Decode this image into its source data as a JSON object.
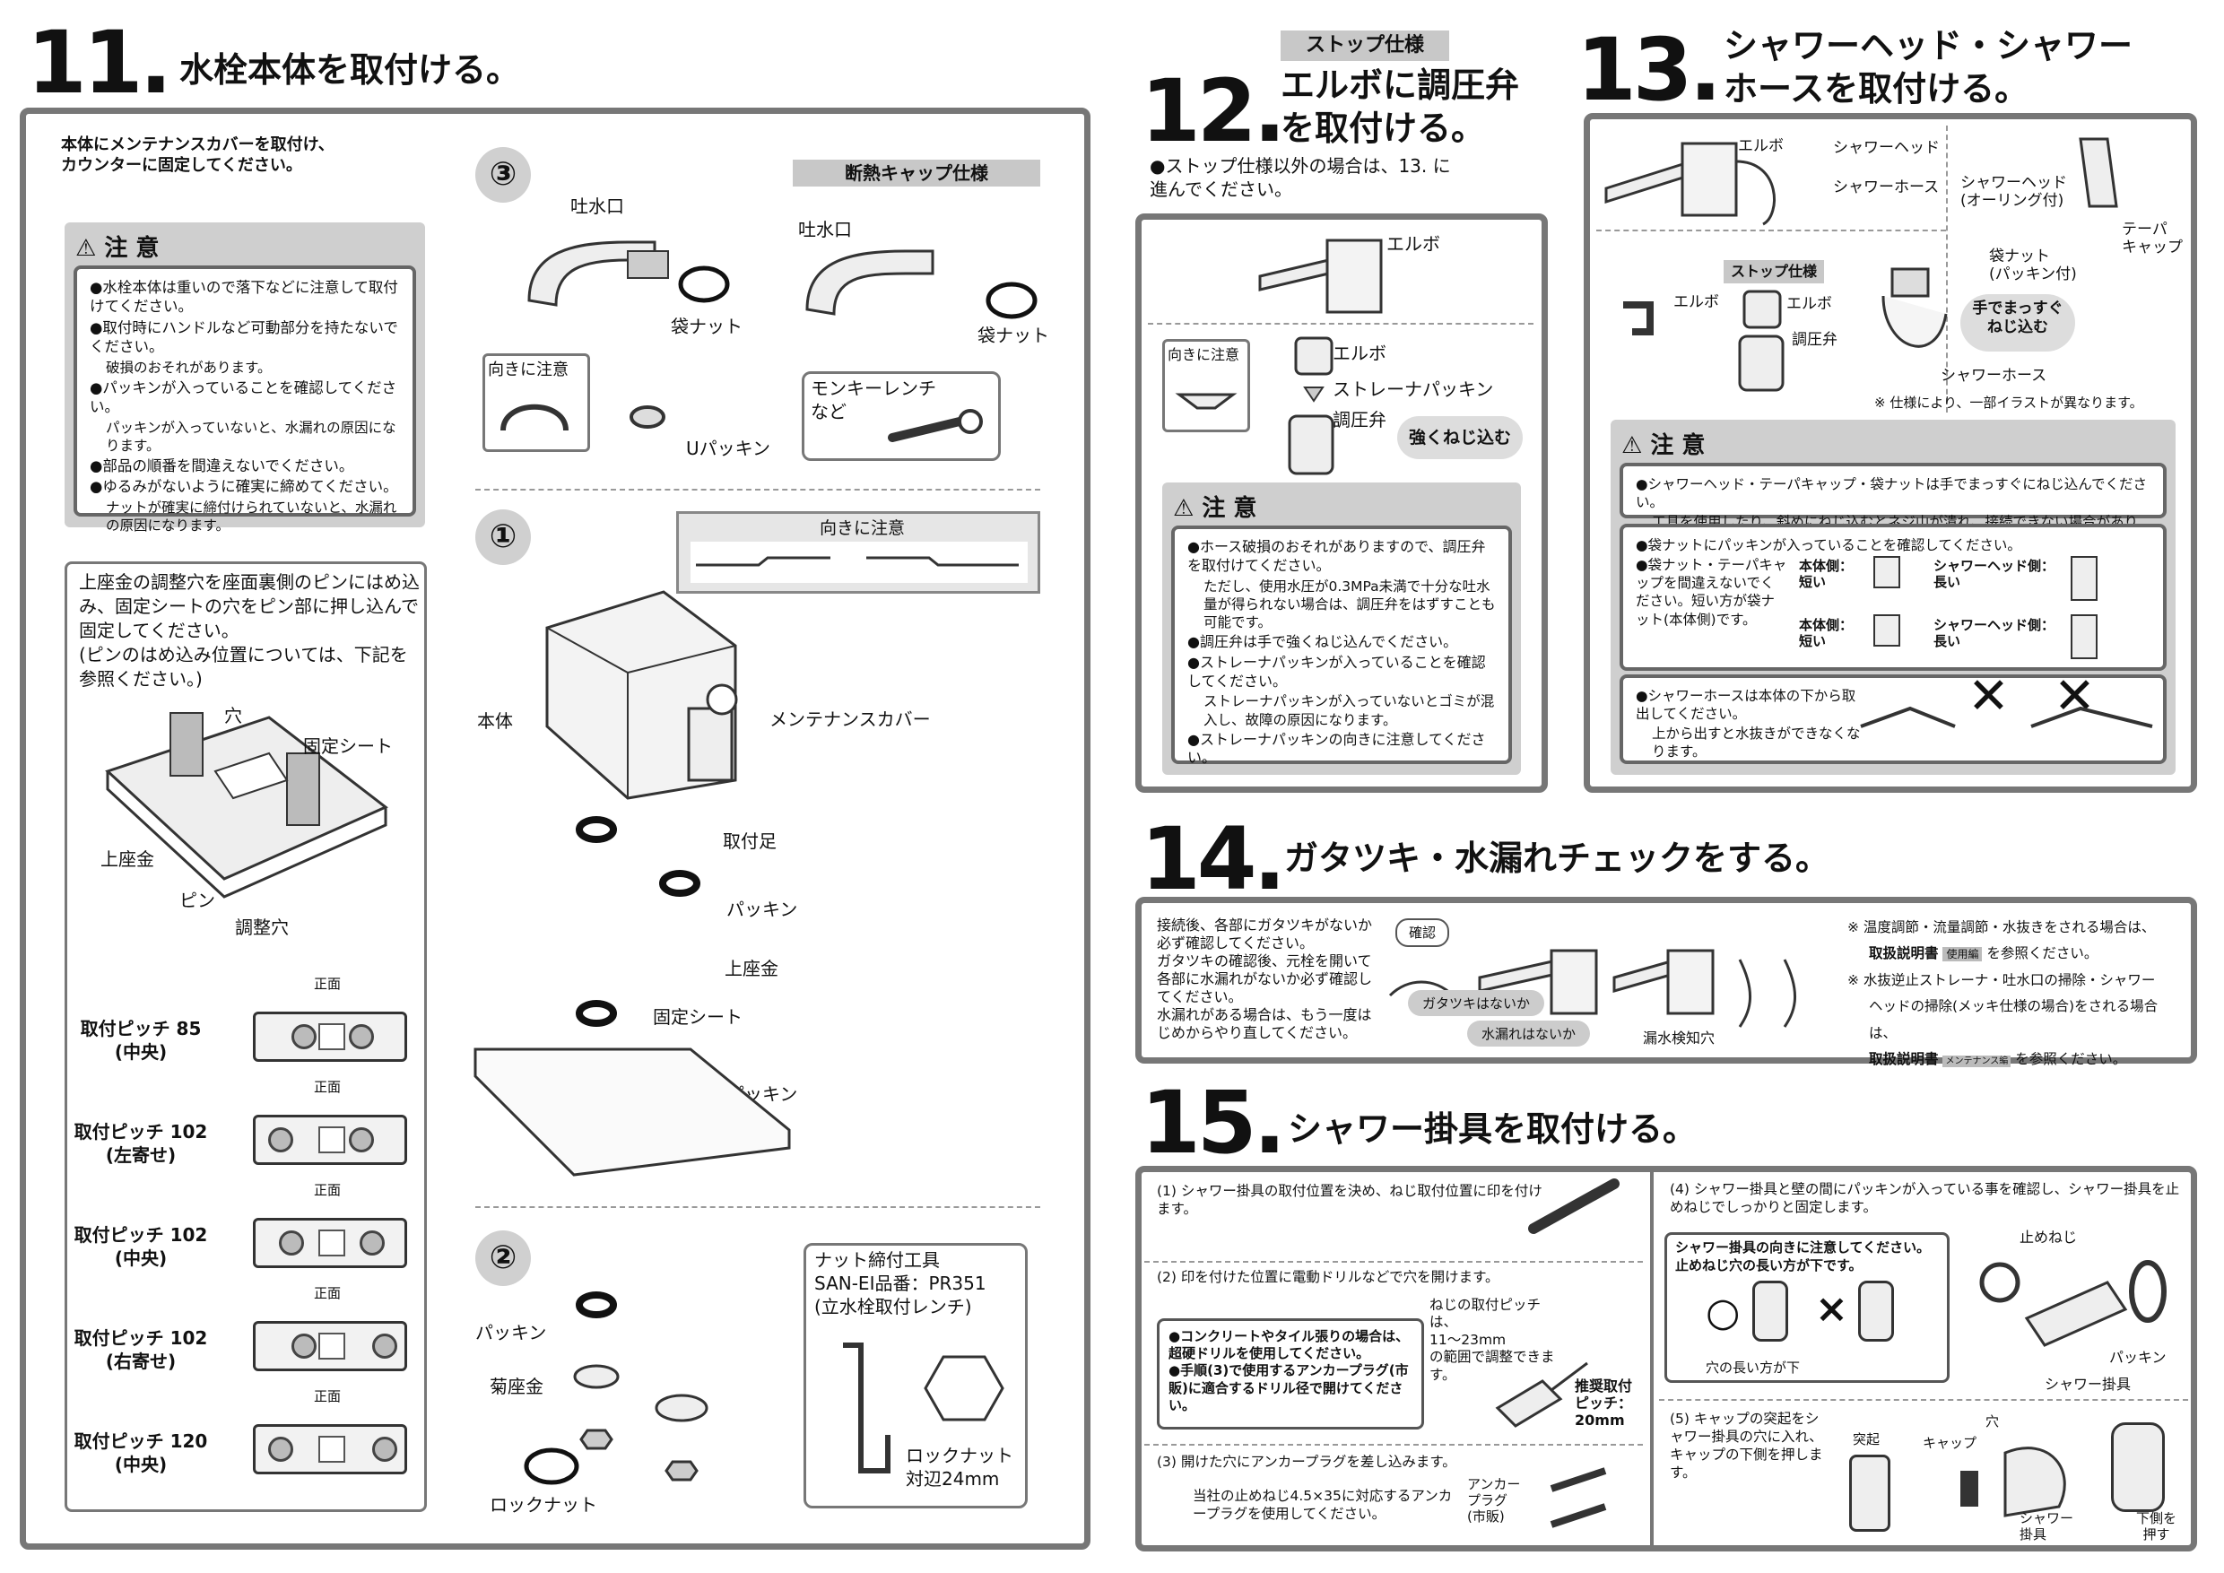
{
  "step11": {
    "num": "11.",
    "title": "水栓本体を取付ける。",
    "intro": "本体にメンテナンスカバーを取付け、\nカウンターに固定してください。",
    "caution_title": "注 意",
    "caution_items": [
      "●水栓本体は重いので落下などに注意して取付けてください。",
      "●取付時にハンドルなど可動部分を持たないでください。",
      "破損のおそれがあります。",
      "●パッキンが入っていることを確認してください。",
      "パッキンが入っていないと、水漏れの原因になります。",
      "●部品の順番を間違えないでください。",
      "●ゆるみがないように確実に締めてください。",
      "ナットが確実に締付けられていないと、水漏れの原因になります。"
    ],
    "note_pin": "上座金の調整穴を座面裏側のピンにはめ込み、固定シートの穴をピン部に押し込んで固定してください。\n(ピンのはめ込み位置については、下記を参照ください。)",
    "plate_labels": {
      "hole": "穴",
      "fix_sheet": "固定シート",
      "upper_washer": "上座金",
      "pin": "ピン",
      "adjust_hole": "調整穴"
    },
    "front_label": "正面",
    "pitches": [
      {
        "label": "取付ピッチ 85",
        "sub": "(中央)"
      },
      {
        "label": "取付ピッチ 102",
        "sub": "(左寄せ)"
      },
      {
        "label": "取付ピッチ 102",
        "sub": "(中央)"
      },
      {
        "label": "取付ピッチ 102",
        "sub": "(右寄せ)"
      },
      {
        "label": "取付ピッチ 120",
        "sub": "(中央)"
      }
    ],
    "circle3": "③",
    "circle1": "①",
    "circle2": "②",
    "spout": "吐水口",
    "bag_nut": "袋ナット",
    "u_packing": "Uパッキン",
    "orientation_note": "向きに注意",
    "insulated_cap": "断熱キャップ仕様",
    "spout2": "吐水口",
    "bag_nut2": "袋ナット",
    "monkey": "モンキーレンチ\nなど",
    "orientation_note2": "向きに注意",
    "body": "本体",
    "maint_cover": "メンテナンスカバー",
    "mount_leg": "取付足",
    "packing1": "パッキン",
    "upper_washer": "上座金",
    "fix_sheet": "固定シート",
    "packing2": "パッキン",
    "packing3": "パッキン",
    "chrys_washer": "菊座金",
    "lock_nut": "ロックナット",
    "tool_box": "ナット締付工具\nSAN-EI品番：PR351\n(立水栓取付レンチ)",
    "lock_nut_size": "ロックナット\n対辺24mm"
  },
  "step12": {
    "badge": "ストップ仕様",
    "num": "12.",
    "title": "エルボに調圧弁\nを取付ける。",
    "note": "●ストップ仕様以外の場合は、13. に\n進んでください。",
    "elbow": "エルボ",
    "orientation_note": "向きに注意",
    "elbow2": "エルボ",
    "strainer_packing": "ストレーナパッキン",
    "pressure_valve": "調圧弁",
    "tighten": "強くねじ込む",
    "caution_title": "注 意",
    "caution_items": [
      "●ホース破損のおそれがありますので、調圧弁を取付けてください。",
      "ただし、使用水圧が0.3MPa未満で十分な吐水量が得られない場合は、調圧弁をはずすことも可能です。",
      "●調圧弁は手で強くねじ込んでください。",
      "●ストレーナパッキンが入っていることを確認してください。",
      "ストレーナパッキンが入っていないとゴミが混入し、故障の原因になります。",
      "●ストレーナパッキンの向きに注意してください。"
    ]
  },
  "step13": {
    "num": "13.",
    "title": "シャワーヘッド・シャワー\nホースを取付ける。",
    "elbow": "エルボ",
    "shower_head": "シャワーヘッド",
    "shower_hose": "シャワーホース",
    "shower_head_oring": "シャワーヘッド\n(オーリング付)",
    "taper_cap": "テーパ\nキャップ",
    "stop_spec": "ストップ仕様",
    "elbow2": "エルボ",
    "elbow3": "エルボ",
    "pressure_valve": "調圧弁",
    "bag_nut_pack": "袋ナット\n(パッキン付)",
    "hand_tight": "手でまっすぐ\nねじ込む",
    "shower_hose2": "シャワーホース",
    "illust_note": "※ 仕様により、一部イラストが異なります。",
    "caution_title": "注 意",
    "c1": "●シャワーヘッド・テーパキャップ・袋ナットは手でまっすぐにねじ込んでください。",
    "c1_sub": "工具を使用したり、斜めにねじ込むとネジ山が潰れ、接続できない場合があります。",
    "c2": "●袋ナットにパッキンが入っていることを確認してください。",
    "c3": "●袋ナット・テーパキャップを間違えないでください。短い方が袋ナット(本体側)です。",
    "body_side_short": "本体側：\n短い",
    "head_side_long": "シャワーヘッド側：\n長い",
    "body_side_short2": "本体側：\n短い",
    "head_side_long2": "シャワーヘッド側：\n長い",
    "c4": "●シャワーホースは本体の下から取出してください。",
    "c4_sub": "上から出すと水抜きができなくなります。",
    "cross": "✕"
  },
  "step14": {
    "num": "14.",
    "title": "ガタツキ・水漏れチェックをする。",
    "text": "接続後、各部にガタツキがないか必ず確認してください。\nガタツキの確認後、元栓を開いて各部に水漏れがないか必ず確認してください。\n水漏れがある場合は、もう一度はじめからやり直してください。",
    "confirm": "確認",
    "no_wobble": "ガタツキはないか",
    "no_leak": "水漏れはないか",
    "leak_check": "漏水検知穴",
    "note1": "※ 温度調節・流量調節・水抜きをされる場合は、",
    "note1b": "取扱説明書",
    "note1c": "使用編",
    "note1d": "を参照ください。",
    "note2": "※ 水抜逆止ストレーナ・吐水口の掃除・シャワー",
    "note2b": "ヘッドの掃除(メッキ仕様の場合)をされる場合は、",
    "note2c": "取扱説明書",
    "note2d": "メンテナンス編",
    "note2e": "を参照ください。"
  },
  "step15": {
    "num": "15.",
    "title": "シャワー掛具を取付ける。",
    "s1": "(1) シャワー掛具の取付位置を決め、ねじ取付位置に印を付けます。",
    "s2": "(2) 印を付けた位置に電動ドリルなどで穴を開けます。",
    "s2_box1": "●コンクリートやタイル張りの場合は、超硬ドリルを使用してください。",
    "s2_box2": "●手順(3)で使用するアンカープラグ(市販)に適合するドリル径で開けてください。",
    "screw_pitch": "ねじの取付ピッチは、\n11～23mm\nの範囲で調整できます。",
    "rec_pitch": "推奨取付\nピッチ：\n20mm",
    "s3": "(3) 開けた穴にアンカープラグを差し込みます。",
    "s3_note": "当社の止めねじ4.5×35に対応するアンカープラグを使用してください。",
    "anchor": "アンカー\nプラグ\n(市販)",
    "s4": "(4) シャワー掛具と壁の間にパッキンが入っている事を確認し、シャワー掛具を止めねじでしっかりと固定します。",
    "s4_box": "シャワー掛具の向きに注意してください。\n止めねじ穴の長い方が下です。",
    "ok": "○",
    "ng": "×",
    "long_hole_down": "穴の長い方が下",
    "stop_screw": "止めねじ",
    "packing": "パッキン",
    "shower_holder": "シャワー掛具",
    "s5": "(5) キャップの突起をシャワー掛具の穴に入れ、キャップの下側を押します。",
    "protrusion": "突起",
    "cap": "キャップ",
    "hole": "穴",
    "shower_holder2": "シャワー\n掛具",
    "press_bottom": "下側を\n押す"
  }
}
